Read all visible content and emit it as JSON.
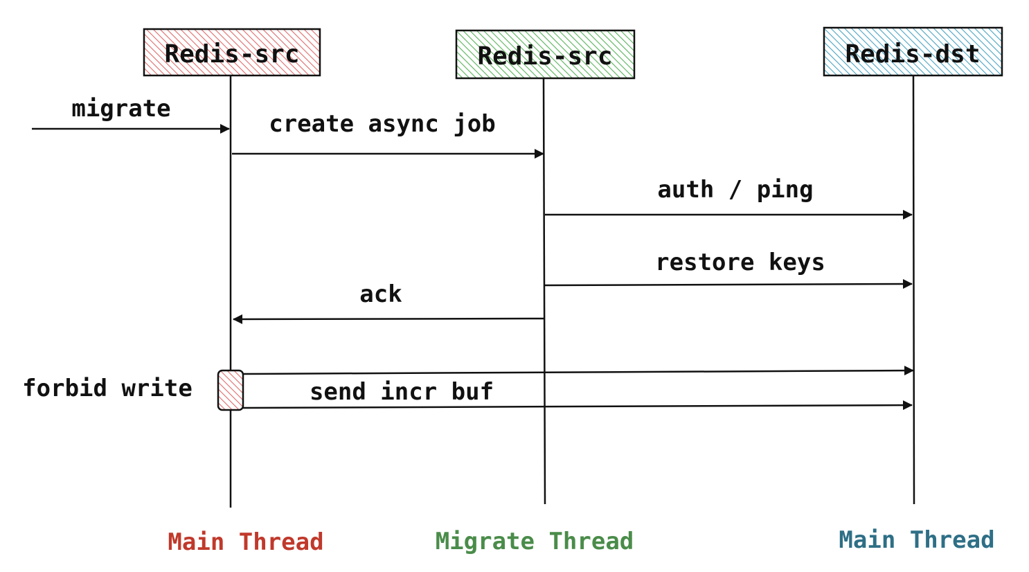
{
  "colors": {
    "main_src": "#c0392b",
    "migrate": "#4a8c4a",
    "main_dst": "#2e6f86",
    "ink": "#111111"
  },
  "actors": [
    {
      "label": "Redis-src",
      "thread": "Main Thread",
      "color": "red"
    },
    {
      "label": "Redis-src",
      "thread": "Migrate Thread",
      "color": "green"
    },
    {
      "label": "Redis-dst",
      "thread": "Main Thread",
      "color": "blue"
    }
  ],
  "messages": [
    {
      "label": "migrate",
      "from": "external",
      "to": "Redis-src (Main Thread)"
    },
    {
      "label": "create async job",
      "from": "Redis-src (Main Thread)",
      "to": "Redis-src (Migrate Thread)"
    },
    {
      "label": "auth / ping",
      "from": "Redis-src (Migrate Thread)",
      "to": "Redis-dst (Main Thread)"
    },
    {
      "label": "restore keys",
      "from": "Redis-src (Migrate Thread)",
      "to": "Redis-dst (Main Thread)"
    },
    {
      "label": "ack",
      "from": "Redis-src (Migrate Thread)",
      "to": "Redis-src (Main Thread)"
    },
    {
      "label": "send incr buf",
      "from": "Redis-src (Main Thread)",
      "to": "Redis-dst (Main Thread)"
    }
  ],
  "notes": {
    "forbid_write": "forbid write"
  }
}
